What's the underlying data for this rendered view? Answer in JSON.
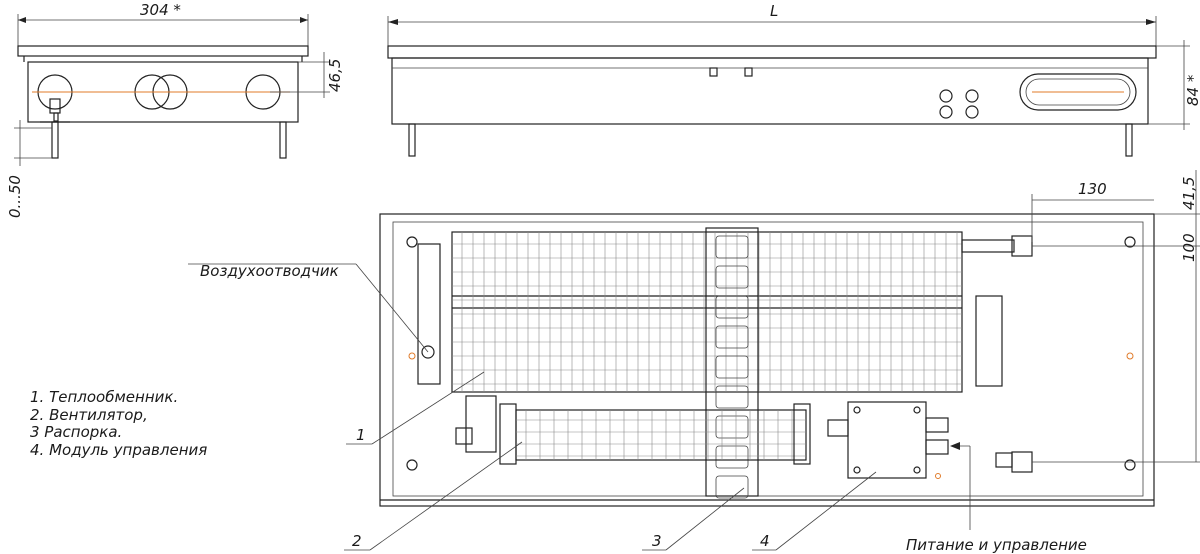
{
  "dimensions": {
    "side_width": "304 *",
    "length": "L",
    "pipe_height": "46,5",
    "leg_height": "0...50",
    "body_height": "84 *",
    "connection_offset": "130",
    "top_offset": "41,5",
    "pipe_spacing": "100"
  },
  "callouts": {
    "air_vent": "Воздухоотводчик",
    "power": "Питание и управление",
    "n1": "1",
    "n2": "2",
    "n3": "3",
    "n4": "4"
  },
  "legend": [
    "1. Теплообменник.",
    "2. Вентилятор,",
    "3 Распорка.",
    "4. Модуль управления"
  ],
  "colors": {
    "line": "#222222",
    "accent": "#e07b2a",
    "fins": "#8a8a8a"
  }
}
